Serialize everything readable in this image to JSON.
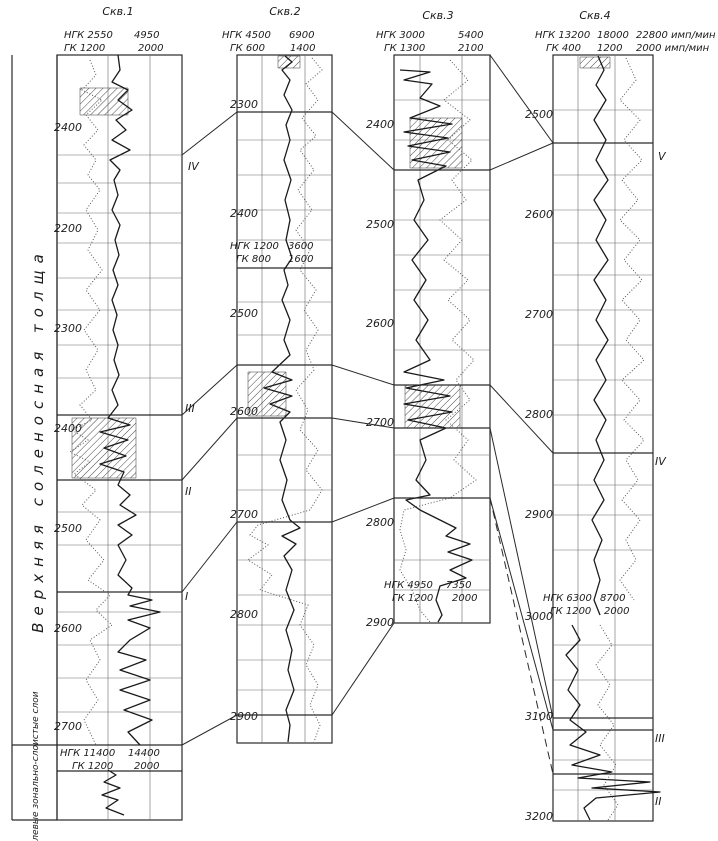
{
  "wells": [
    {
      "title": "Скв.1",
      "headers": [
        [
          "НГК 2550",
          "4950"
        ],
        [
          "ГК 1200",
          "2000"
        ]
      ],
      "depths": [
        "2400",
        "2200",
        "2300",
        "2400",
        "2500",
        "2600",
        "2700"
      ]
    },
    {
      "title": "Скв.2",
      "headers": [
        [
          "НГК 4500",
          "6900"
        ],
        [
          "ГК 600",
          "1400"
        ]
      ],
      "depths": [
        "2300",
        "2400",
        "2500",
        "2600",
        "2700",
        "2800",
        "2900"
      ]
    },
    {
      "title": "Скв.3",
      "headers": [
        [
          "НГК 3000",
          "5400"
        ],
        [
          "ГК 1300",
          "2100"
        ]
      ],
      "depths": [
        "2400",
        "2500",
        "2600",
        "2700",
        "2800",
        "2900"
      ]
    },
    {
      "title": "Скв.4",
      "headers": [
        [
          "НГК 13200",
          "18000",
          "22800 имп/мин"
        ],
        [
          "ГК 400",
          "1200",
          "2000 имп/мин"
        ]
      ],
      "depths": [
        "2500",
        "2600",
        "2700",
        "2800",
        "2900",
        "3000",
        "3100",
        "3200"
      ]
    }
  ],
  "sub_headers": [
    {
      "well": 1,
      "lines": [
        [
          "НГК 11400",
          "14400"
        ],
        [
          "ГК 1200",
          "2000"
        ]
      ]
    },
    {
      "well": 2,
      "lines": [
        [
          "НГК 1200",
          "3600"
        ],
        [
          "ГК 800",
          "1600"
        ]
      ]
    },
    {
      "well": 3,
      "lines": [
        [
          "НГК 4950",
          "7350"
        ],
        [
          "ГК 1200",
          "2000"
        ]
      ]
    },
    {
      "well": 4,
      "lines": [
        [
          "НГК 6300",
          "8700"
        ],
        [
          "ГК 1200",
          "2000"
        ]
      ]
    }
  ],
  "horizons": [
    "IV",
    "III",
    "II",
    "I",
    "V",
    "IV",
    "III",
    "II"
  ],
  "formation_label": "Верхняя соленосная толща",
  "base_label": "Межсолевые зонально-слоистые слои"
}
